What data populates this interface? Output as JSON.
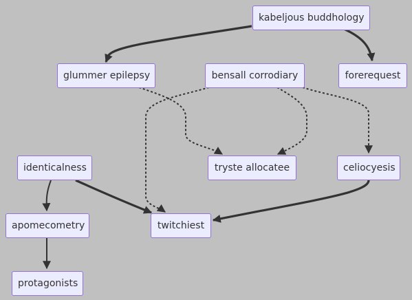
{
  "diagram": {
    "type": "flowchart",
    "colors": {
      "background": "#c0c0c0",
      "node_fill": "#ececff",
      "node_border": "#9370db",
      "node_text": "#333333",
      "edge": "#333333"
    },
    "nodes": [
      {
        "id": "kabeljous",
        "label": "kabeljous buddhology"
      },
      {
        "id": "glummer",
        "label": "glummer epilepsy"
      },
      {
        "id": "bensall",
        "label": "bensall corrodiary"
      },
      {
        "id": "forerequest",
        "label": "forerequest"
      },
      {
        "id": "identicalness",
        "label": "identicalness"
      },
      {
        "id": "tryste",
        "label": "tryste allocatee"
      },
      {
        "id": "celiocyesis",
        "label": "celiocyesis"
      },
      {
        "id": "apomecometry",
        "label": "apomecometry"
      },
      {
        "id": "twitchiest",
        "label": "twitchiest"
      },
      {
        "id": "protagonists",
        "label": "protagonists"
      }
    ],
    "edges": [
      {
        "from": "kabeljous",
        "to": "glummer",
        "style": "thick"
      },
      {
        "from": "kabeljous",
        "to": "forerequest",
        "style": "thick"
      },
      {
        "from": "glummer",
        "to": "tryste",
        "style": "dotted"
      },
      {
        "from": "bensall",
        "to": "tryste",
        "style": "dotted"
      },
      {
        "from": "bensall",
        "to": "celiocyesis",
        "style": "dotted"
      },
      {
        "from": "bensall",
        "to": "twitchiest",
        "style": "dotted"
      },
      {
        "from": "identicalness",
        "to": "apomecometry",
        "style": "normal"
      },
      {
        "from": "identicalness",
        "to": "twitchiest",
        "style": "thick"
      },
      {
        "from": "celiocyesis",
        "to": "twitchiest",
        "style": "thick"
      },
      {
        "from": "apomecometry",
        "to": "protagonists",
        "style": "normal"
      }
    ]
  }
}
